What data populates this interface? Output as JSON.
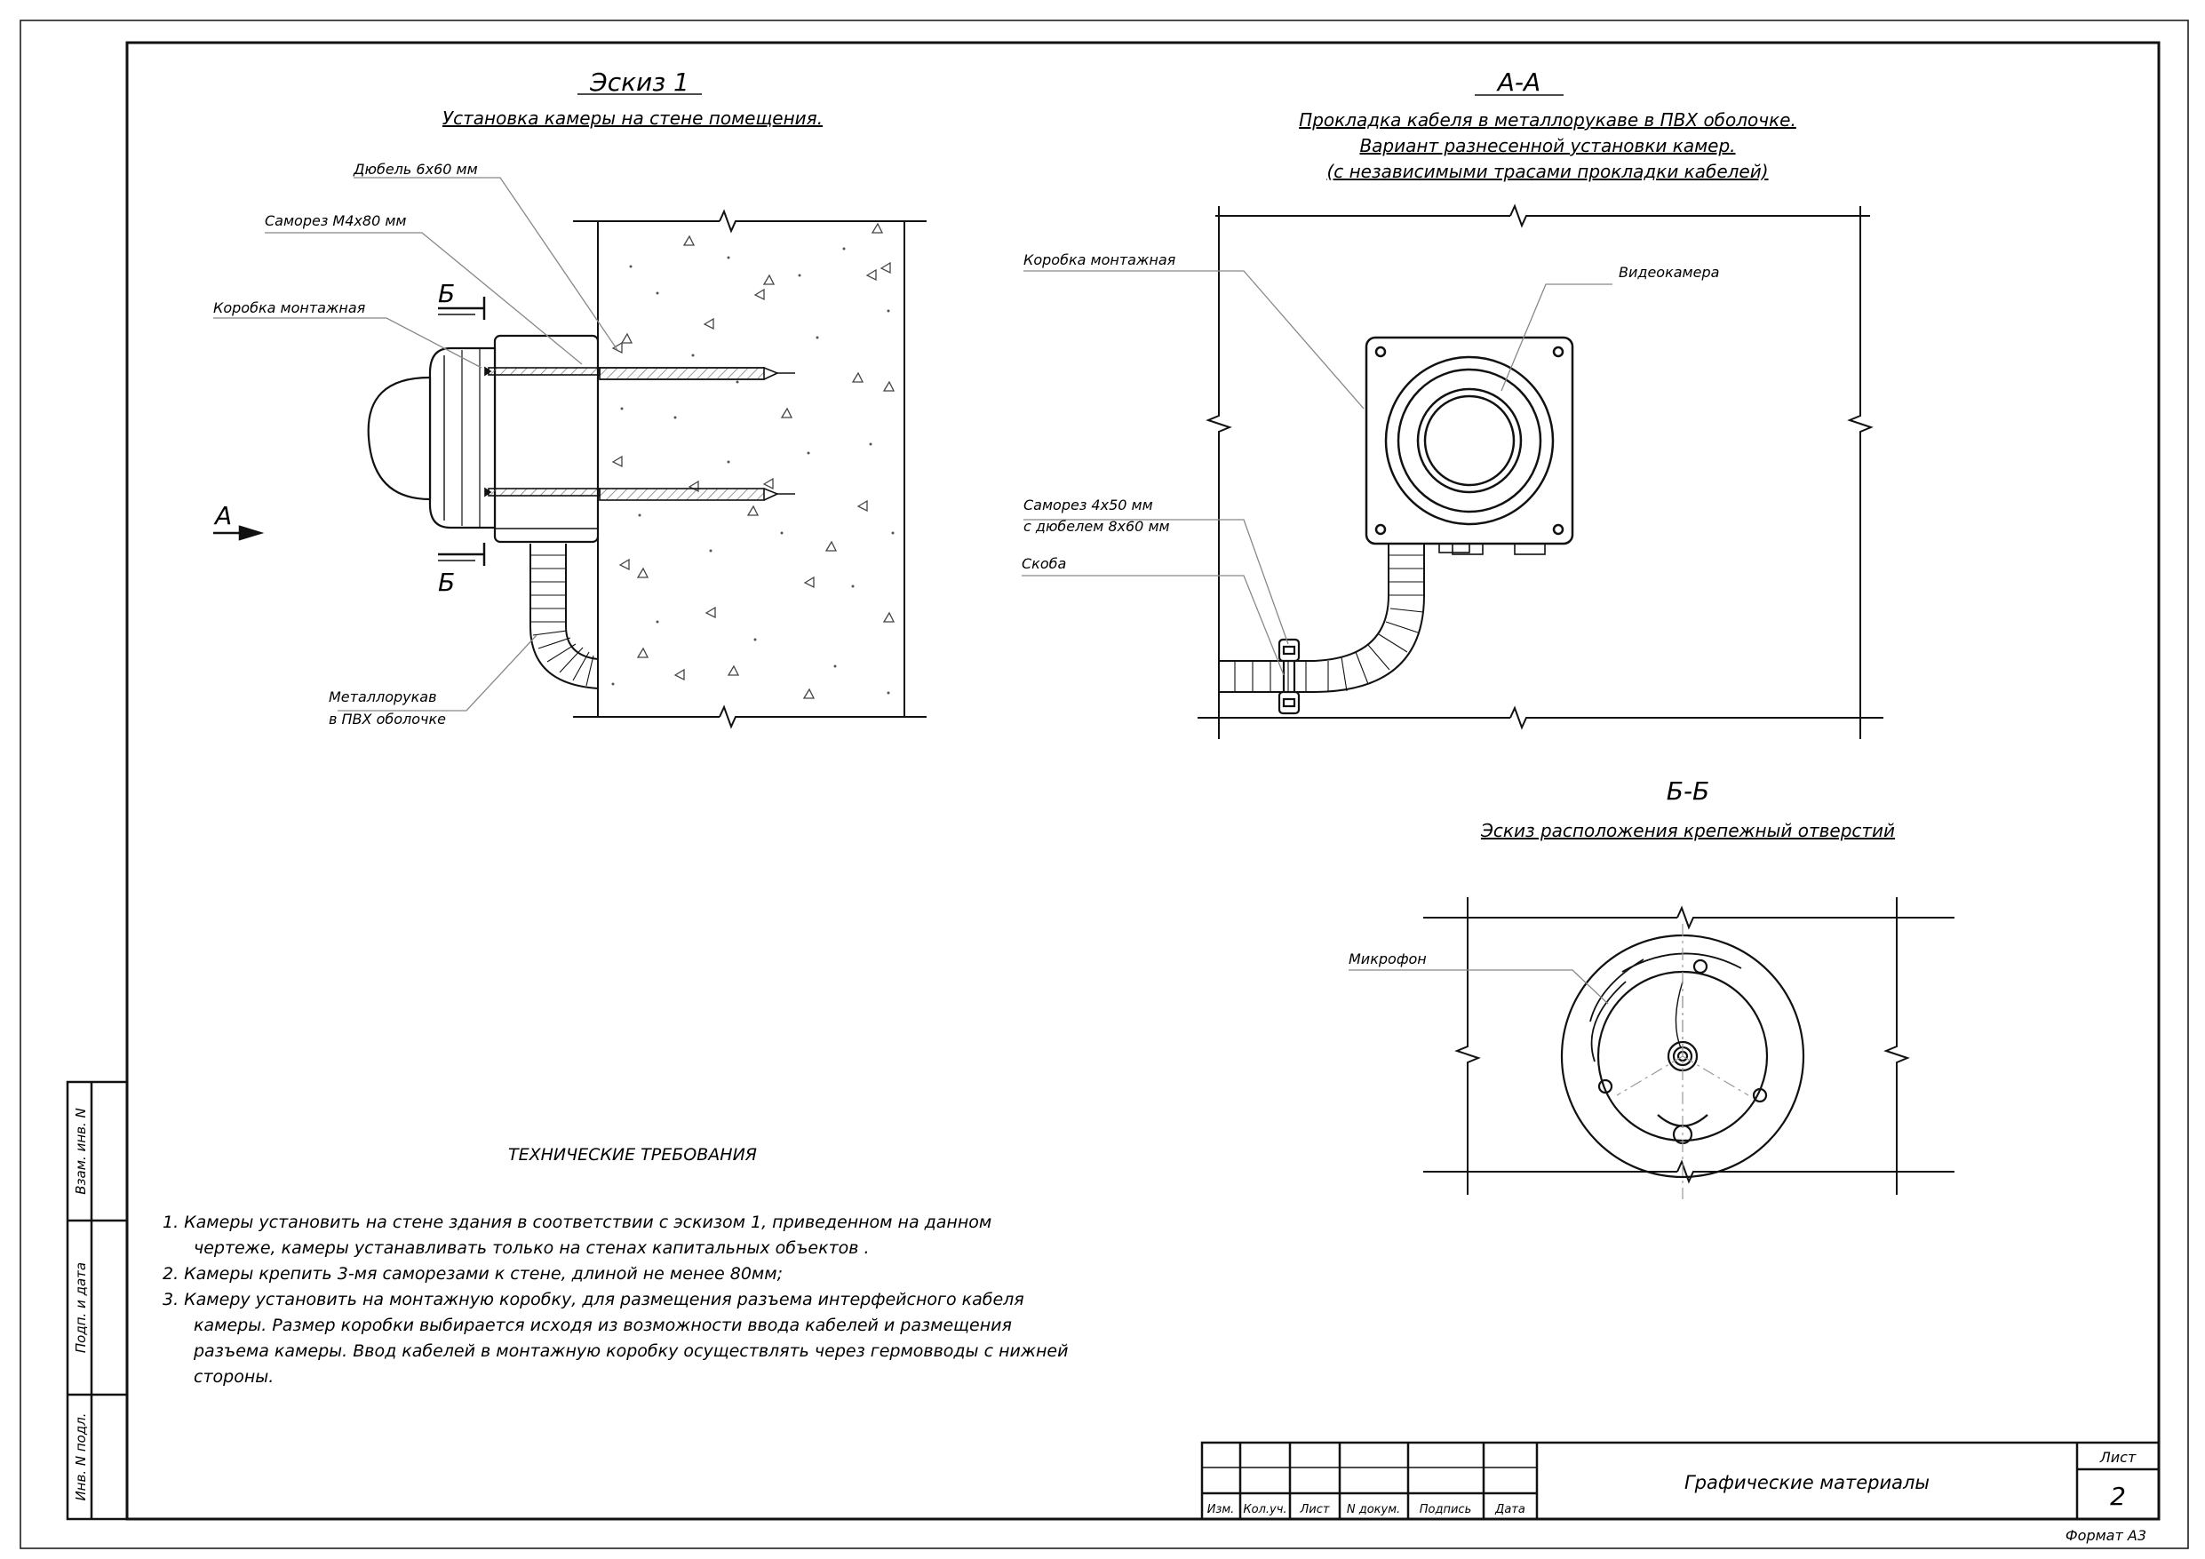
{
  "sketch1": {
    "title": "Эскиз 1",
    "subtitle": "Установка камеры на стене помещения.",
    "labels": {
      "dowel": "Дюбель 6х60 мм",
      "screw": "Саморез М4х80 мм",
      "box": "Коробка монтажная",
      "conduit_1": "Металлорукав",
      "conduit_2": "в ПВХ оболочке",
      "view_arrow": "А",
      "section_top": "Б",
      "section_bottom": "Б"
    }
  },
  "section_aa": {
    "title": "А-А",
    "subtitle_1": "Прокладка кабеля в металлорукаве в ПВХ оболочке.",
    "subtitle_2": "Вариант разнесенной установки камер.",
    "subtitle_3": "(с независимыми трасами прокладки кабелей)",
    "labels": {
      "box": "Коробка монтажная",
      "camera": "Видеокамера",
      "screw_1": "Саморез 4х50 мм",
      "screw_2": "с дюбелем 8х60 мм",
      "clamp": "Скоба"
    }
  },
  "section_bb": {
    "title": "Б-Б",
    "subtitle": "Эскиз расположения крепежный отверстий",
    "labels": {
      "mic": "Микрофон"
    }
  },
  "requirements": {
    "heading": "ТЕХНИЧЕСКИЕ ТРЕБОВАНИЯ",
    "lines": [
      "1. Камеры установить на стене здания в соответствии с эскизом 1, приведенном на данном",
      "чертеже, камеры устанавливать только на стенах капитальных объектов .",
      "2. Камеры крепить 3-мя саморезами к стене, длиной не менее 80мм;",
      "3. Камеру установить на монтажную коробку, для размещения разъема интерфейсного кабеля",
      "камеры. Размер коробки выбирается исходя из возможности ввода кабелей и размещения",
      "разъема камеры. Ввод кабелей в монтажную коробку осуществлять через гермовводы с нижней",
      "стороны."
    ]
  },
  "side_stamp": {
    "vz_inv": "Взам. инв. N",
    "podp_data": "Подп. и дата",
    "inv_podl": "Инв. N подл."
  },
  "title_block": {
    "col_izm": "Изм.",
    "col_kol": "Кол.уч.",
    "col_list": "Лист",
    "col_ndok": "N докум.",
    "col_podp": "Подпись",
    "col_data": "Дата",
    "title": "Графические материалы",
    "sheet_label": "Лист",
    "sheet_number": "2",
    "format": "Формат А3"
  }
}
